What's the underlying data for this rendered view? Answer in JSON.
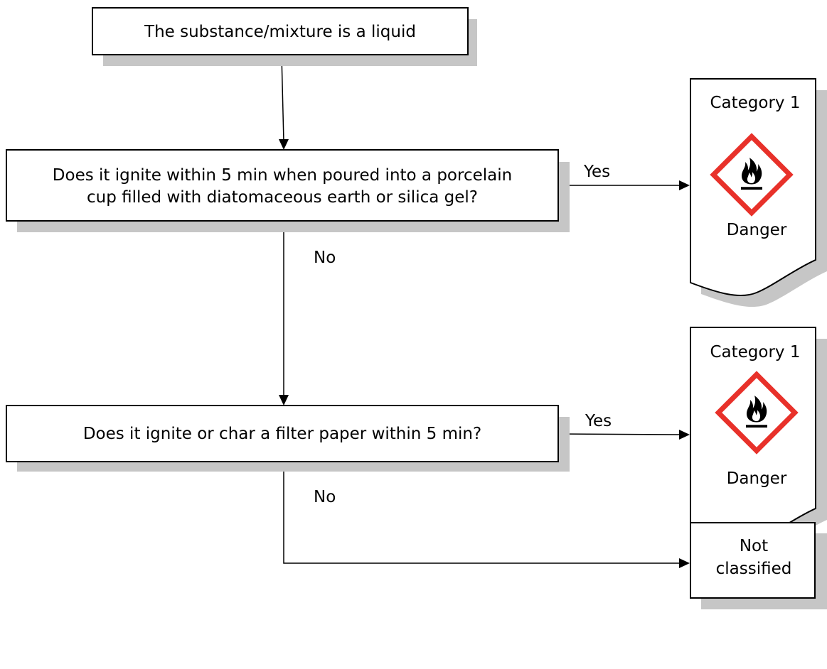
{
  "nodes": {
    "start": "The substance/mixture is a liquid",
    "question1": {
      "line1": "Does it ignite within 5 min when poured into a porcelain",
      "line2": "cup filled with diatomaceous earth or silica gel?"
    },
    "question2": "Does it ignite or char a filter paper within 5 min?",
    "result1": {
      "category": "Category 1",
      "pictogram": "flame-pictogram",
      "signal_word": "Danger"
    },
    "result2": {
      "category": "Category 1",
      "pictogram": "flame-pictogram",
      "signal_word": "Danger"
    },
    "not_classified": {
      "line1": "Not",
      "line2": "classified"
    }
  },
  "edges": {
    "q1_yes": "Yes",
    "q1_no": "No",
    "q2_yes": "Yes",
    "q2_no": "No"
  },
  "colors": {
    "pictogram_border": "#e8312a",
    "shadow": "#c6c6c6"
  }
}
